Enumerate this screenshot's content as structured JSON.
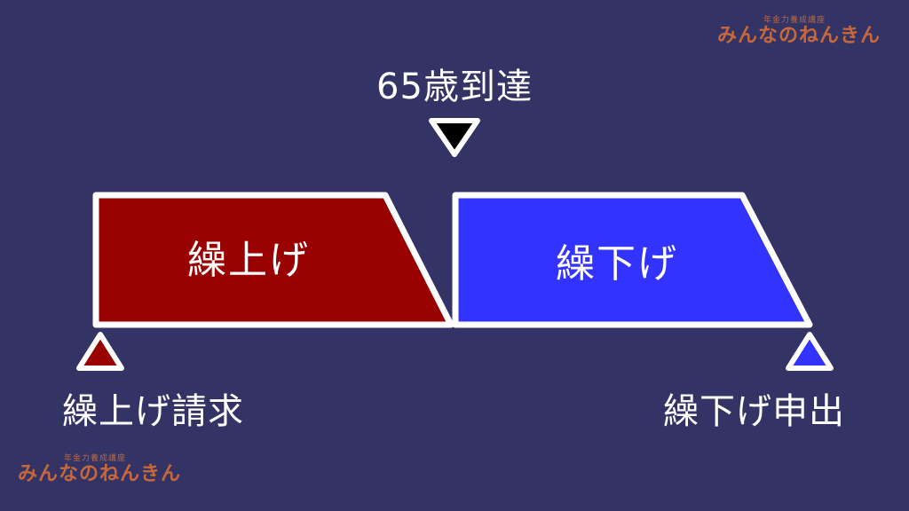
{
  "milestone": {
    "label": "65歳到達",
    "marker": "down-triangle-marker",
    "marker_color": "#000000"
  },
  "bars": [
    {
      "id": "kuriage",
      "label": "繰上げ",
      "fill": "#990000",
      "stroke": "#ffffff"
    },
    {
      "id": "kurisage",
      "label": "繰下げ",
      "fill": "#3333ff",
      "stroke": "#ffffff"
    }
  ],
  "endpoints": [
    {
      "id": "kuriage-claim",
      "label": "繰上げ請求",
      "marker": "up-triangle-marker",
      "marker_color": "#990000"
    },
    {
      "id": "kurisage-request",
      "label": "繰下げ申出",
      "marker": "up-triangle-marker",
      "marker_color": "#3333ff"
    }
  ],
  "branding": {
    "tagline": "年金力養成講座",
    "name": "みんなのねんきん"
  },
  "colors": {
    "background": "#333366",
    "text": "#ffffff",
    "logo": "#c8683a"
  }
}
